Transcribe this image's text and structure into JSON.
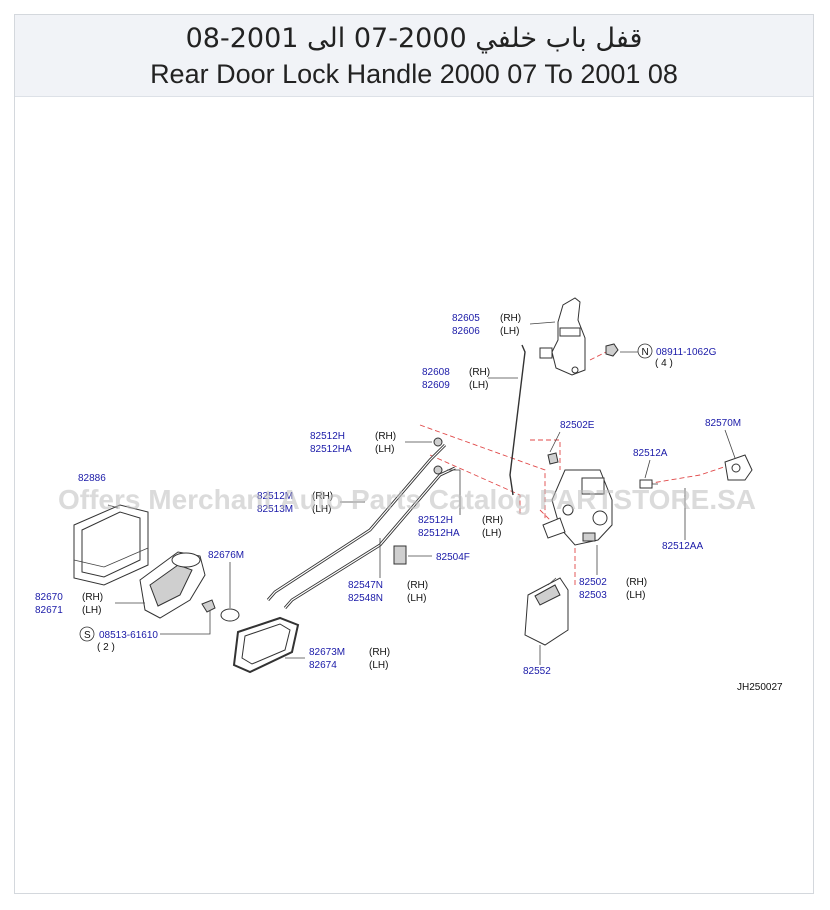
{
  "header": {
    "title_ar": "قفل باب خلفي 2000-07 الى 2001-08",
    "title_en": "Rear Door Lock Handle 2000 07 To 2001 08"
  },
  "watermark": "Offers Merchant Auto Parts Catalog PARTSTORE.SA",
  "diagram_code": "JH250027",
  "labels": {
    "p82605": "82605",
    "p82606": "82606",
    "p82608": "82608",
    "p82609": "82609",
    "p08911": "08911-1062G",
    "q4": "( 4 )",
    "n": "N",
    "p82512H_a": "82512H",
    "p82512HA_a": "82512HA",
    "p82502E": "82502E",
    "p82512A": "82512A",
    "p82570M": "82570M",
    "p82886": "82886",
    "p82512M": "82512M",
    "p82513M": "82513M",
    "p82512H_b": "82512H",
    "p82512HA_b": "82512HA",
    "p82512AA": "82512AA",
    "p82676M": "82676M",
    "p82504F": "82504F",
    "p82670": "82670",
    "p82671": "82671",
    "p82547N": "82547N",
    "p82548N": "82548N",
    "p82502": "82502",
    "p82503": "82503",
    "p08513": "08513-61610",
    "q2": "( 2 )",
    "s": "S",
    "p82673M": "82673M",
    "p82674": "82674",
    "p82552": "82552",
    "rh": "(RH)",
    "lh": "(LH)"
  }
}
